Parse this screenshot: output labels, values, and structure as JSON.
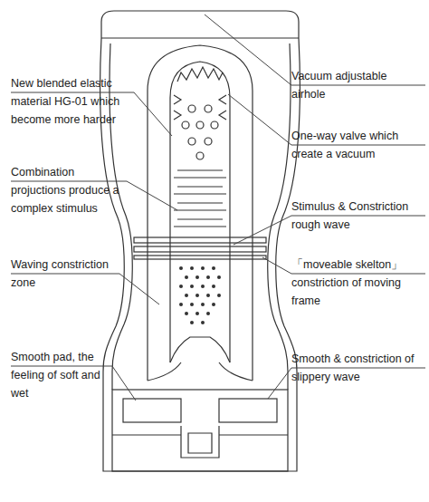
{
  "diagram": {
    "labels": [
      "New blended elastic material HG-01 which become more harder",
      "Combination projuctions produce a complex stimulus",
      "Waving constriction zone",
      "Smooth pad, the feeling of soft and wet",
      "Vacuum adjustable airhole",
      "One-way valve which create a vacuum",
      "Stimulus & Constriction rough wave",
      "「moveable skelton」 constriction of moving frame",
      "Smooth & constriction of slippery wave"
    ]
  }
}
